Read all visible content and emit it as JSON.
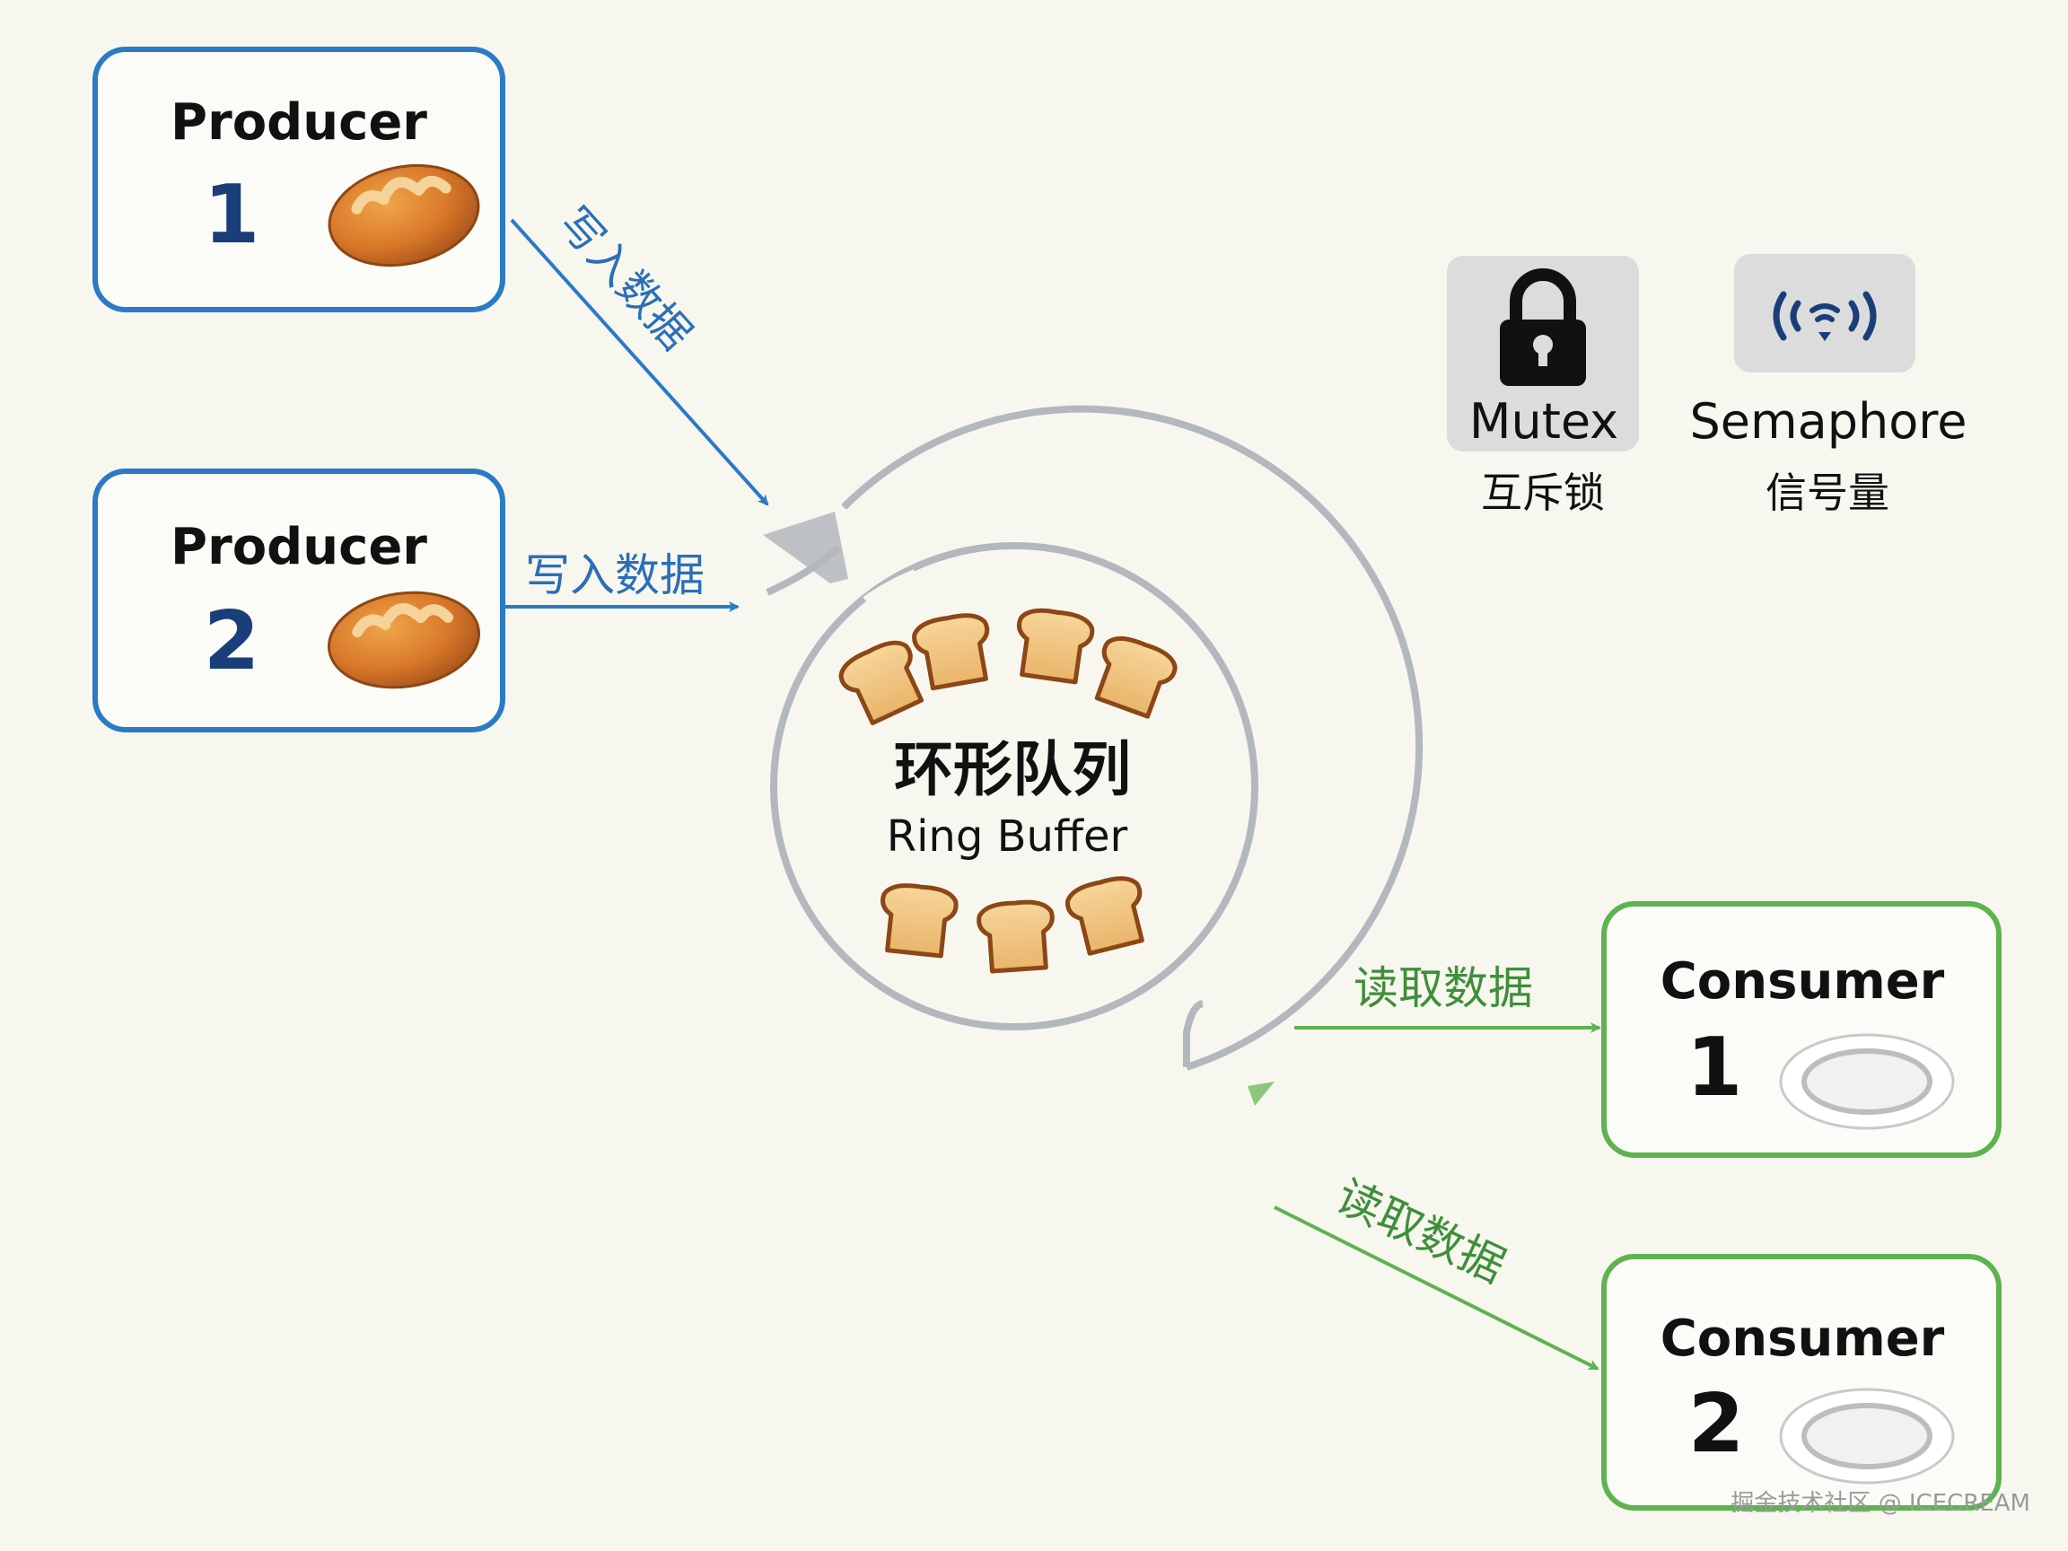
{
  "producers": [
    {
      "label": "Producer",
      "number": "1",
      "arrow_label": "写入数据"
    },
    {
      "label": "Producer",
      "number": "2",
      "arrow_label": "写入数据"
    }
  ],
  "consumers": [
    {
      "label": "Consumer",
      "number": "1",
      "arrow_label": "读取数据"
    },
    {
      "label": "Consumer",
      "number": "2",
      "arrow_label": "读取数据"
    }
  ],
  "ring": {
    "title_cn": "环形队列",
    "title_en": "Ring Buffer"
  },
  "legend": {
    "mutex": {
      "en": "Mutex",
      "cn": "互斥锁",
      "icon": "lock-icon"
    },
    "semaphore": {
      "en": "Semaphore",
      "cn": "信号量",
      "icon": "signal-icon"
    }
  },
  "watermark": "掘金技术社区 @ ICECREAM",
  "colors": {
    "producer": "#2a7ac6",
    "consumer": "#5db34e",
    "ring": "#b3b7be",
    "background": "#f8f7ef"
  }
}
